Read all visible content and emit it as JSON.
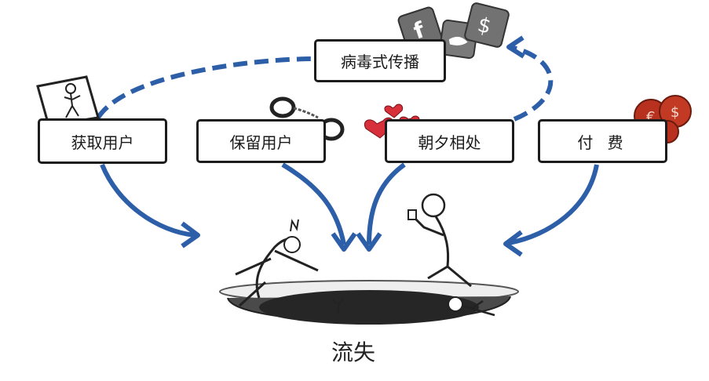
{
  "stages": {
    "acquire": "获取用户",
    "retain": "保留用户",
    "engage": "朝夕相处",
    "pay": "付 费"
  },
  "viral": "病毒式传播",
  "churn": "流失",
  "colors": {
    "arrow": "#2d5fa8",
    "outline": "#1c1c1c",
    "heart": "#d8303a",
    "coin": "#b8301e",
    "social_icon": "#777777"
  },
  "icons": [
    "door-figure-icon",
    "handcuffs-icon",
    "hearts-icon",
    "coins-icon",
    "social-media-icons",
    "pit-illustration"
  ]
}
